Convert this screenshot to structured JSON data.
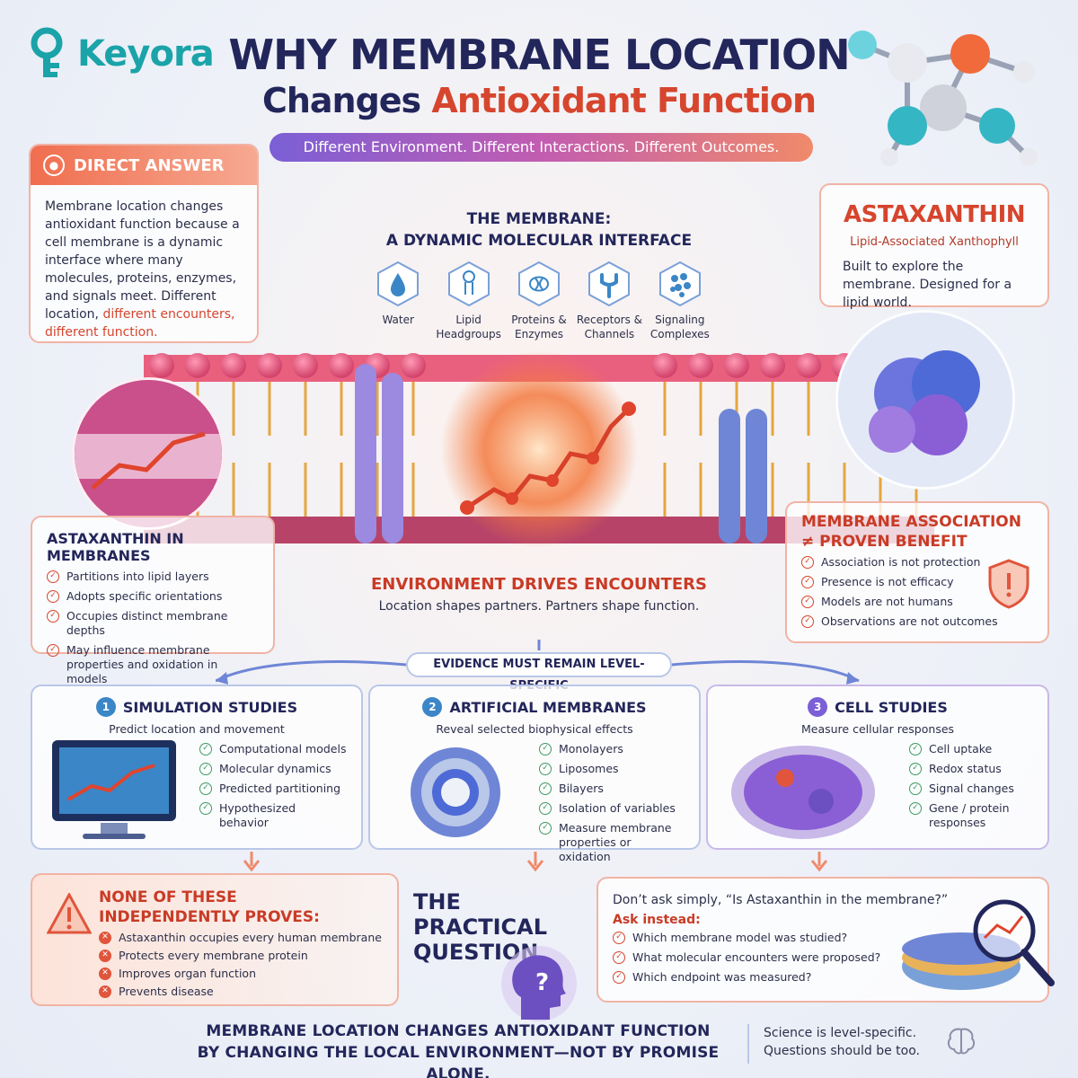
{
  "brand": {
    "name": "Keyora"
  },
  "header": {
    "title_line1": "WHY MEMBRANE LOCATION",
    "title_line2_part1": "Changes ",
    "title_line2_accent": "Antioxidant Function",
    "tagline": "Different Environment. Different Interactions. Different Outcomes."
  },
  "direct_answer": {
    "heading": "DIRECT ANSWER",
    "body": "Membrane location changes antioxidant function because a cell membrane is a dynamic interface where many molecules, proteins, enzymes, and signals meet. Different location,",
    "highlight": "different encounters, different function."
  },
  "membrane": {
    "title_line1": "THE MEMBRANE:",
    "title_line2": "A DYNAMIC MOLECULAR INTERFACE",
    "components": [
      {
        "label": "Water",
        "icon": "water-drop-icon"
      },
      {
        "label": "Lipid Headgroups",
        "icon": "lipid-icon"
      },
      {
        "label": "Proteins & Enzymes",
        "icon": "protein-icon"
      },
      {
        "label": "Receptors & Channels",
        "icon": "receptor-icon"
      },
      {
        "label": "Signaling Complexes",
        "icon": "signaling-icon"
      }
    ]
  },
  "astaxanthin": {
    "title": "ASTAXANTHIN",
    "subtitle": "Lipid-Associated Xanthophyll",
    "body": "Built to explore the membrane. Designed for a lipid world."
  },
  "in_membranes": {
    "title": "ASTAXANTHIN IN MEMBRANES",
    "items": [
      "Partitions into lipid layers",
      "Adopts specific orientations",
      "Occupies distinct membrane depths",
      "May influence membrane properties and oxidation in models"
    ]
  },
  "environment": {
    "title": "ENVIRONMENT DRIVES ENCOUNTERS",
    "subtitle": "Location shapes partners. Partners shape function."
  },
  "association": {
    "title_line1": "MEMBRANE ASSOCIATION",
    "title_line2": "≠  PROVEN BENEFIT",
    "items": [
      "Association is not protection",
      "Presence is not efficacy",
      "Models are not humans",
      "Observations are not outcomes"
    ]
  },
  "evidence_banner": "EVIDENCE MUST REMAIN LEVEL-SPECIFIC",
  "studies": [
    {
      "number": "1",
      "title": "SIMULATION STUDIES",
      "desc": "Predict location and movement",
      "items": [
        "Computational models",
        "Molecular dynamics",
        "Predicted partitioning",
        "Hypothesized behavior"
      ]
    },
    {
      "number": "2",
      "title": "ARTIFICIAL MEMBRANES",
      "desc": "Reveal selected biophysical effects",
      "items": [
        "Monolayers",
        "Liposomes",
        "Bilayers",
        "Isolation of variables",
        "Measure membrane properties or oxidation"
      ]
    },
    {
      "number": "3",
      "title": "CELL STUDIES",
      "desc": "Measure cellular responses",
      "items": [
        "Cell uptake",
        "Redox status",
        "Signal changes",
        "Gene / protein responses"
      ]
    }
  ],
  "none_proves": {
    "title_line1": "NONE OF THESE",
    "title_line2": "INDEPENDENTLY PROVES:",
    "items": [
      "Astaxanthin occupies every human membrane",
      "Protects every membrane protein",
      "Improves organ function",
      "Prevents disease"
    ]
  },
  "practical": {
    "title_line1": "THE PRACTICAL",
    "title_line2": "QUESTION",
    "dont_ask": "Don’t ask simply, “Is Astaxanthin in the membrane?”",
    "ask_instead": "Ask instead:",
    "questions": [
      "Which membrane model was studied?",
      "What molecular encounters were proposed?",
      "Which endpoint was measured?"
    ]
  },
  "footer": {
    "main_line1": "MEMBRANE LOCATION CHANGES ANTIOXIDANT FUNCTION",
    "main_line2": "BY CHANGING THE LOCAL ENVIRONMENT—NOT BY PROMISE ALONE.",
    "side_line1": "Science is level-specific.",
    "side_line2": "Questions should be too."
  },
  "colors": {
    "navy": "#22265a",
    "accent_red": "#d6452d",
    "teal": "#1aa3a8",
    "blue": "#3b86c7"
  }
}
